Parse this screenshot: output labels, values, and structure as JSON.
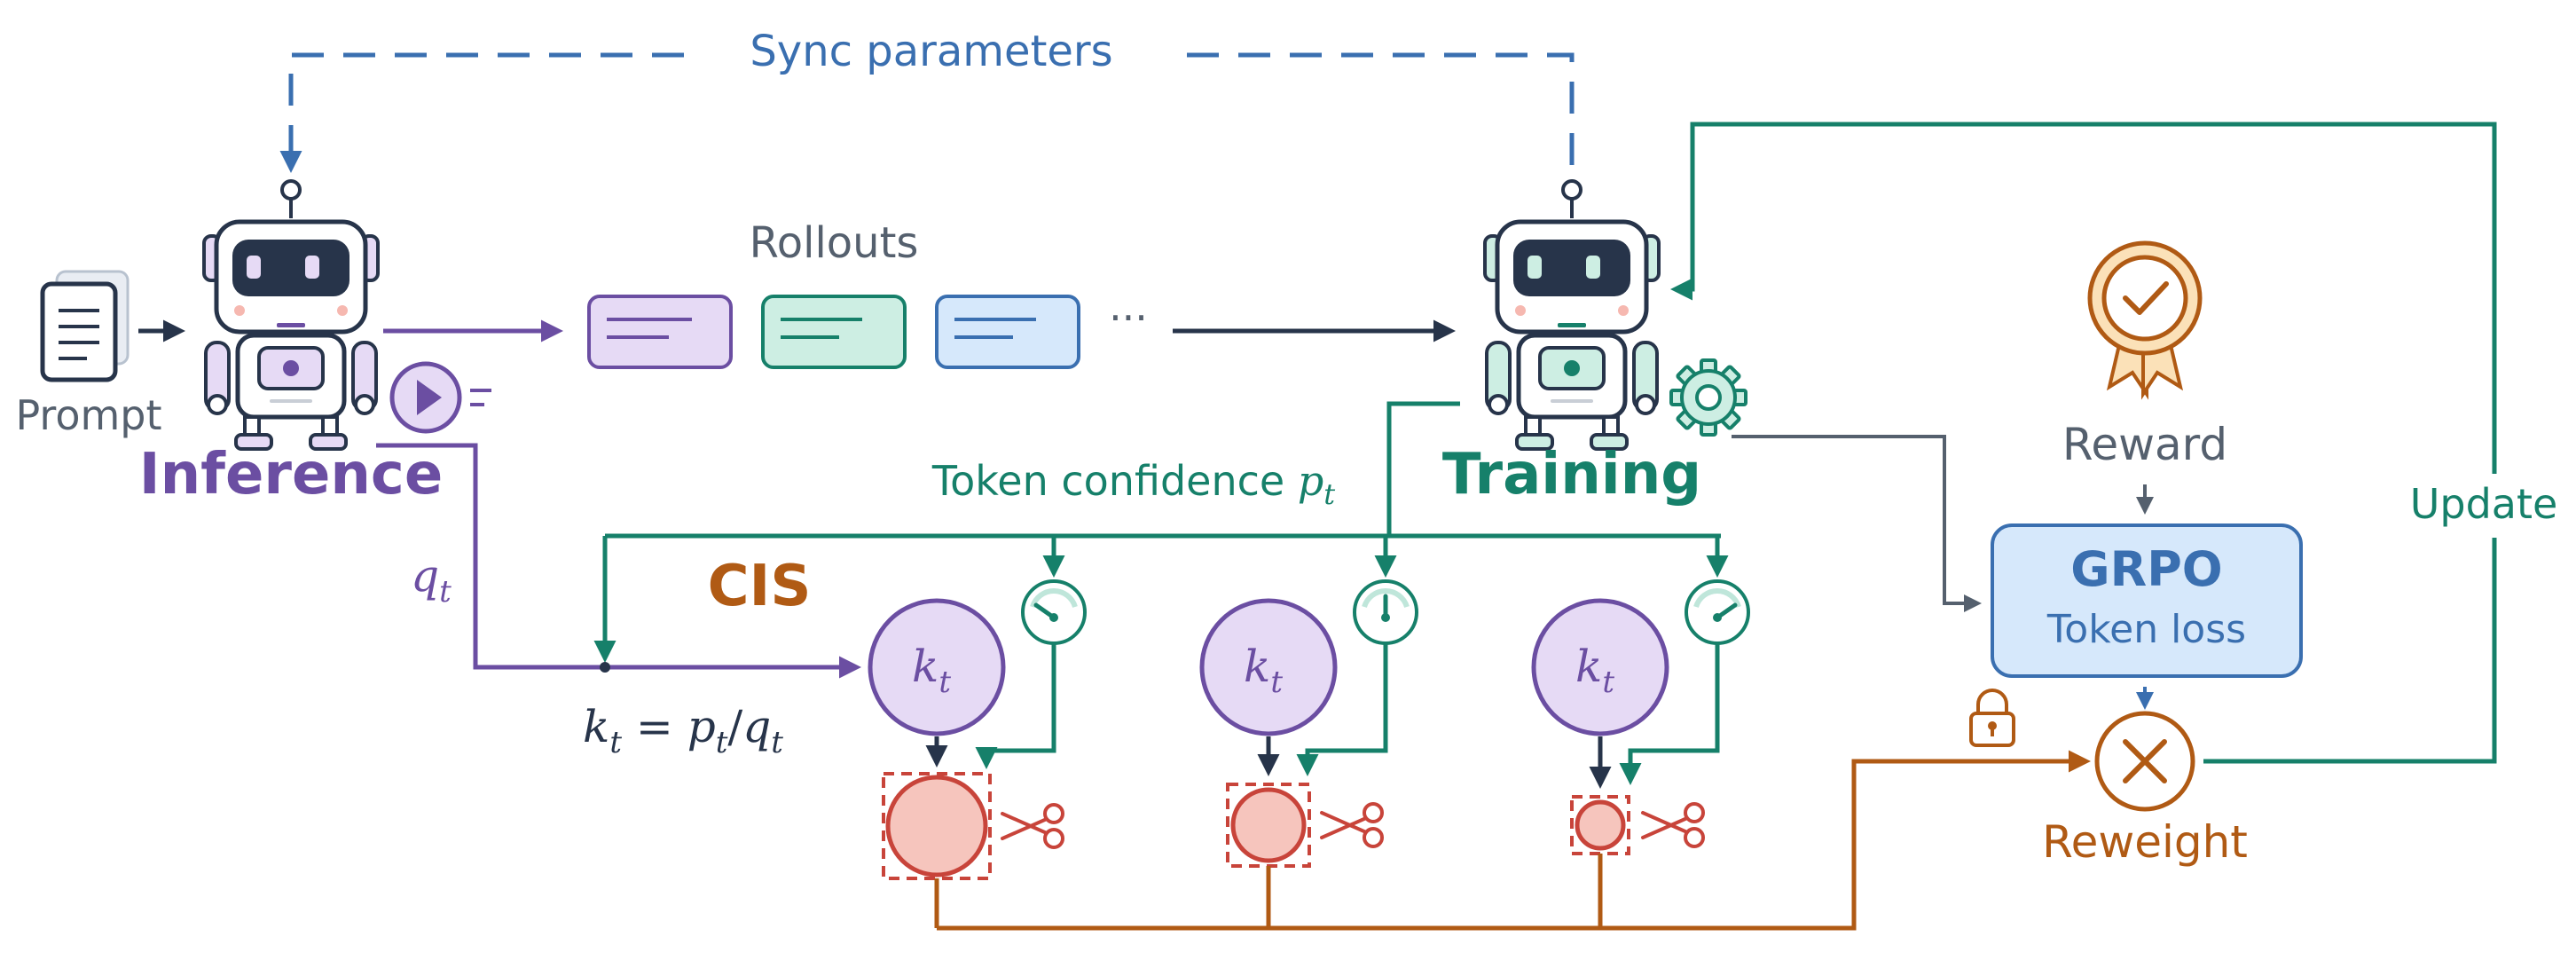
{
  "labels": {
    "sync": "Sync parameters",
    "rollouts": "Rollouts",
    "ellipsis": "···",
    "prompt": "Prompt",
    "inference": "Inference",
    "training": "Training",
    "token_confidence": "Token confidence ",
    "token_confidence_sym": "p",
    "token_confidence_sub": "t",
    "q_sym": "q",
    "q_sub": "t",
    "cis": "CIS",
    "k_sym": "k",
    "k_sub": "t",
    "formula": {
      "k": "k",
      "t1": "t",
      "eq": " = ",
      "p": "p",
      "t2": "t",
      "slash": "/",
      "q": "q",
      "t3": "t"
    },
    "reward": "Reward",
    "grpo": "GRPO",
    "token_loss": "Token loss",
    "reweight": "Reweight",
    "update": "Update"
  },
  "colors": {
    "purple": "#6b4ea2",
    "purple_fill": "#e6daf5",
    "green": "#16806a",
    "green_fill": "#cdeee3",
    "blue": "#3a6fb0",
    "blue_fill": "#d6e8fb",
    "orange": "#b05a14",
    "red": "#c8443a",
    "red_fill": "#f6c5bd",
    "dark": "#27344a",
    "gray": "#55606e"
  },
  "icons": [
    "document-icon",
    "robot-icon",
    "play-icon",
    "gear-icon",
    "gauge-icon",
    "scissors-icon",
    "award-icon",
    "lock-icon",
    "multiply-icon"
  ]
}
